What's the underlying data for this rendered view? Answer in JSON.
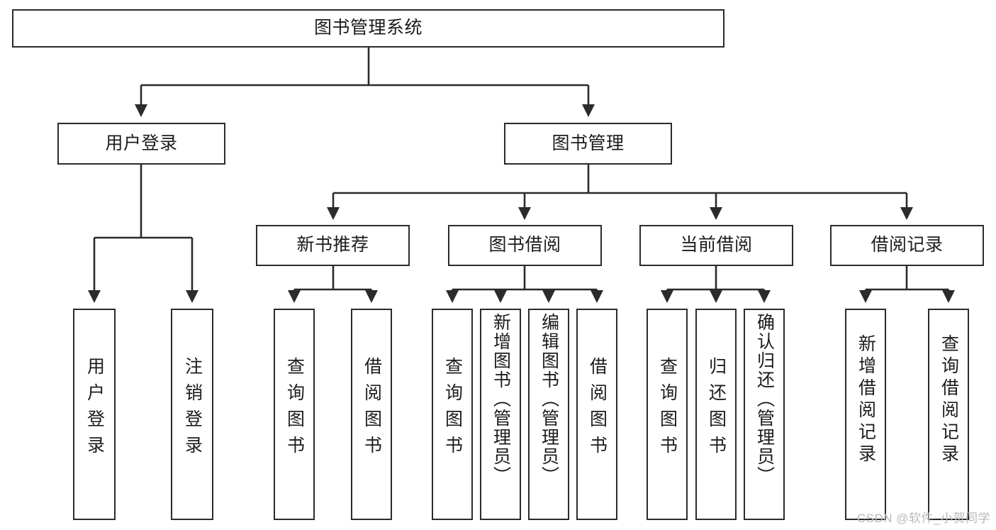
{
  "diagram": {
    "title": "图书管理系统",
    "type": "hierarchy-tree",
    "watermark": "CSDN @软件_小贺同学",
    "colors": {
      "box_border": "#2b2b2b",
      "box_fill": "#ffffff",
      "connector": "#2b2b2b",
      "text": "#1c1c1c",
      "watermark": "#b9b9b9"
    },
    "levels": {
      "root": {
        "label": "图书管理系统"
      },
      "level2": [
        {
          "label": "用户登录"
        },
        {
          "label": "图书管理"
        }
      ],
      "level3": [
        {
          "label": "新书推荐"
        },
        {
          "label": "图书借阅"
        },
        {
          "label": "当前借阅"
        },
        {
          "label": "借阅记录"
        }
      ],
      "leaves": {
        "user_login": [
          {
            "label": "用户登录"
          },
          {
            "label": "注销登录"
          }
        ],
        "new_book": [
          {
            "label": "查询图书"
          },
          {
            "label": "借阅图书"
          }
        ],
        "book_borrow": [
          {
            "label": "查询图书"
          },
          {
            "label": "新增图书（管理员）"
          },
          {
            "label": "编辑图书（管理员）"
          },
          {
            "label": "借阅图书"
          }
        ],
        "current_borrow": [
          {
            "label": "查询图书"
          },
          {
            "label": "归还图书"
          },
          {
            "label": "确认归还（管理员）"
          }
        ],
        "borrow_record": [
          {
            "label": "新增借阅记录"
          },
          {
            "label": "查询借阅记录"
          }
        ]
      }
    }
  }
}
